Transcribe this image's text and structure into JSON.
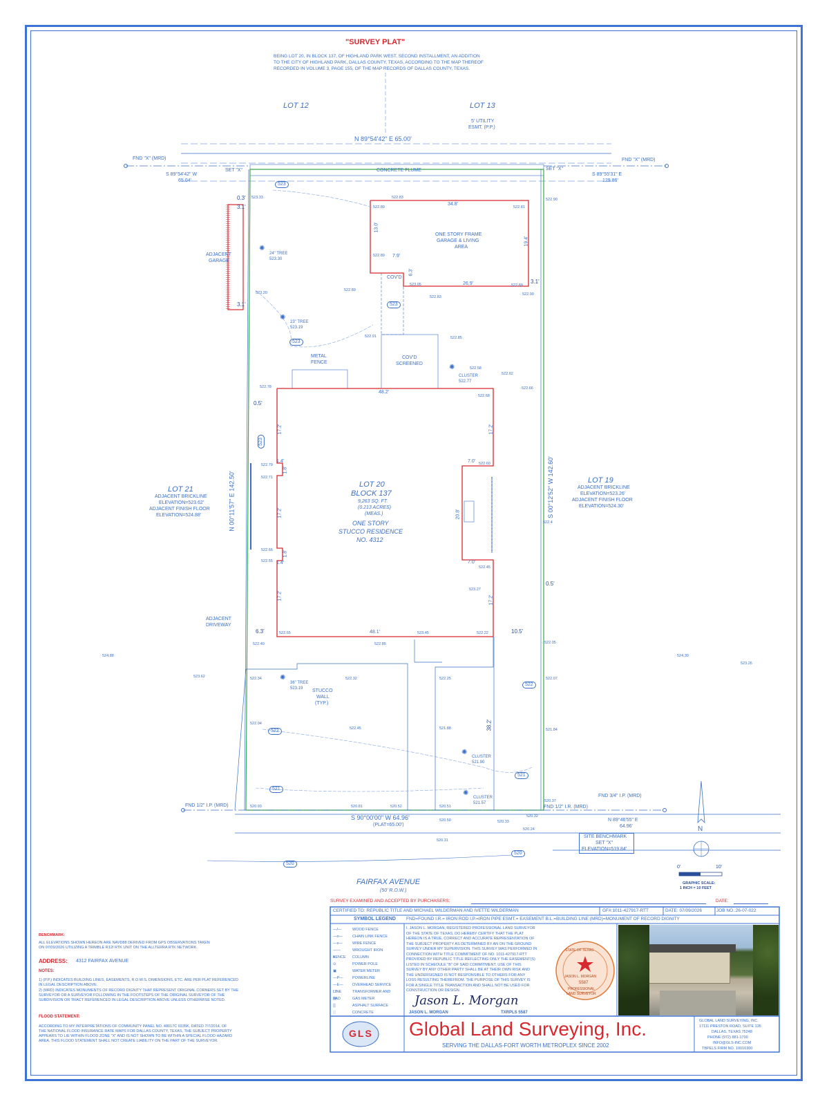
{
  "title": "\"SURVEY PLAT\"",
  "description": [
    "BEING LOT 20, IN BLOCK 137, OF HIGHLAND PARK WEST, SECOND INSTALLMENT, AN ADDITION",
    "TO THE CITY OF HIGHLAND PARK, DALLAS COUNTY, TEXAS, ACCORDING TO THE MAP THEREOF",
    "RECORDED IN VOLUME 3, PAGE 155, OF THE MAP RECORDS OF DALLAS COUNTY, TEXAS."
  ],
  "lots": {
    "lot12": "LOT 12",
    "lot13": "LOT 13",
    "lot21": "LOT 21",
    "lot19": "LOT 19"
  },
  "lot21_notes": [
    "ADJACENT BRICKLINE",
    "ELEVATION=523.62'",
    "ADJACENT FINISH FLOOR",
    "ELEVATION=524.88'"
  ],
  "lot19_notes": [
    "ADJACENT BRICKLINE",
    "ELEVATION=523.26'",
    "ADJACENT FINISH FLOOR",
    "ELEVATION=524.30'"
  ],
  "bearings": {
    "north": "N 89°54'42\" E 65.00'",
    "west": "N 00°11'57\" E 142.50'",
    "east": "S 00°12'52\" W 142.60'",
    "south": "S 90°00'00\" W 64.96'",
    "south_plat": "(PLAT=65.00')",
    "nw_tie": "S 89°54'42\" W",
    "nw_tie_dist": "65.04'",
    "ne_tie": "S 89°55'31\" E",
    "ne_tie_dist": "129.86'",
    "se_tie": "N 89°46'55\" E",
    "se_tie_dist": "64.96'"
  },
  "monuments": {
    "fnd_x_w": "FND \"X\" (MRD)",
    "fnd_x_e": "FND \"X\" (MRD)",
    "set_x_w": "SET \"X\"",
    "set_x_e": "SET \"X\"",
    "fnd_ip_sw": "FND 1/2\" I.P. (MRD)",
    "fnd_ip_se": "FND 3/4\" I.P. (MRD)",
    "fnd_ir_se": "FND 1/2\" I.R. (MRD)"
  },
  "easement": [
    "5' UTILITY",
    "ESMT. (P.P.)"
  ],
  "flume": "CONCRETE FLUME",
  "garage": [
    "ONE STORY FRAME",
    "GARAGE & LIVING",
    "AREA"
  ],
  "adjacent_garage": [
    "ADJACENT",
    "GARAGE"
  ],
  "covd": "COV'D",
  "covd_screened": [
    "COV'D",
    "SCREENED"
  ],
  "metal_fence": [
    "METAL",
    "FENCE"
  ],
  "lot20": [
    "LOT 20",
    "BLOCK 137",
    "9,263 SQ. FT.",
    "(0.213 ACRES)",
    "(MEAS.)",
    "ONE STORY",
    "STUCCO RESIDENCE",
    "NO. 4312"
  ],
  "stucco_wall": [
    "STUCCO",
    "WALL",
    "(TYP.)"
  ],
  "adjacent_driveway": [
    "ADJACENT",
    "DRIVEWAY"
  ],
  "trees": {
    "t24": "24\" TREE",
    "t24e": "523.30",
    "t23": "23\" TREE",
    "t23e": "523.19",
    "t36": "36\" TREE",
    "t36e": "523.19",
    "c1": "CLUSTER",
    "c1e": "522.77",
    "c2": "CLUSTER",
    "c2e": "521.90",
    "c3": "CLUSTER",
    "c3e": "521.57"
  },
  "dims": {
    "d348": "34.8'",
    "d130": "13.0'",
    "d194": "19.4'",
    "d79": "7.9'",
    "d63": "6.3'",
    "d269": "26.9'",
    "d31a": "3.1'",
    "d31b": "3.1'",
    "d31c": "3.1'",
    "d03": "0.3'",
    "d05a": "0.5'",
    "d05b": "0.5'",
    "d482": "48.2'",
    "d481": "48.1'",
    "d172a": "17.2'",
    "d172b": "17.2'",
    "d172c": "17.2'",
    "d172d": "17.2'",
    "d172e": "17.2'",
    "d70a": "7.0'",
    "d70b": "7.0'",
    "d208": "20.8'",
    "d14a": "1.4'",
    "d14b": "1.4'",
    "d18a": "1.8'",
    "d18b": "1.8'",
    "d63b": "6.3'",
    "d105": "10.5'",
    "d382": "38.2'"
  },
  "contours": [
    "523",
    "523",
    "523",
    "523",
    "522",
    "522",
    "521",
    "521",
    "520",
    "520"
  ],
  "street": "FAIRFAX AVENUE",
  "row": "(50' R.O.W.)",
  "benchmark": [
    "SITE BENCHMARK",
    "SET \"X\"",
    "ELEVATION=519.84'"
  ],
  "scale": {
    "zero": "0'",
    "ten": "10'",
    "caption1": "GRAPHIC SCALE:",
    "caption2": "1 INCH = 10 FEET"
  },
  "north": "N",
  "survey_examined": "SURVEY EXAMINED AND ACCEPTED BY PURCHASERS:",
  "date_label": "DATE:",
  "certified": "CERTIFIED TO: REPUBLIC TITLE AND MICHAEL WILDERMAN AND IVETTE WILDERMAN",
  "gf": "GF#:1011-427917-RTT",
  "date": "DATE: 07/09/2026",
  "job": "JOB NO.:26-07-022",
  "legend_title": "SYMBOL LEGEND",
  "abbrev": "FND=FOUND  I.R.= IRON ROD  I.P.=IRON PIPE  ESMT.= EASEMENT B.L.=BUILDING LINE (MRD)=MONUMENT OF RECORD DIGNITY",
  "legend": [
    "WOOD FENCE",
    "CHAIN LINK FENCE",
    "WIRE FENCE",
    "WROUGHT IRON FENCE",
    "COLUMN",
    "POWER POLE",
    "WATER METER",
    "POWERLINE",
    "OVERHEAD SERVICE LINE",
    "TRANSFORMER AND PAD",
    "GAS METER",
    "ASPHALT SURFACE",
    "CONCRETE"
  ],
  "cert_text": [
    "I, JASON L. MORGAN, REGISTERED PROFESSIONAL LAND SURVEYOR",
    "OF THE STATE OF TEXAS, DO HEREBY CERTIFY THAT THE PLAT",
    "HEREON IS A TRUE, CORRECT AND ACCURATE REPRESENTATION OF",
    "THE SUBJECT PROPERTY AS DETERMINED BY AN ON THE GROUND",
    "SURVEY UNDER MY SUPERVISION. THIS SURVEY WAS PERFORMED IN",
    "CONNECTION WITH TITLE COMMITMENT OF NO. 1011-427917-RTT",
    "PROVIDED BY REPUBLIC TITLE REFLECTING ONLY THE EASEMENT(S)",
    "LISTED IN SCHEDULE \"B\" OF SAID COMMITMENT. USE OF THIS",
    "SURVEY BY ANY OTHER PARTY SHALL BE AT THEIR OWN RISK AND",
    "THE UNDERSIGNED IS NOT RESPONSIBLE TO OTHERS FOR ANY",
    "LOSS RESULTING THEREFROM. THE PURPOSE OF THIS SURVEY IS",
    "FOR A SINGLE TITLE TRANSACTION AND SHALL NOT BE USED FOR",
    "CONSTRUCTION OR DESIGN."
  ],
  "signer": "JASON L. MORGAN",
  "txrpls": "TXRPLS 5587",
  "signature": "Jason L. Morgan",
  "seal": [
    "STATE OF TEXAS",
    "JASON L. MORGAN",
    "5587",
    "PROFESSIONAL",
    "LAND SURVEYOR"
  ],
  "company_logo": "GLS",
  "company": "Global Land Surveying, Inc.",
  "tagline": "SERVING THE DALLAS-FORT WORTH METROPLEX SINCE 2002",
  "company_info": [
    "GLOBAL LAND SURVEYING, INC.",
    "17111 PRESTON ROAD, SUITE 135",
    "DALLAS, TEXAS 75248",
    "PHONE (972) 881-1700",
    "INFO@GLS-INC.COM",
    "TBPELS FIRM NO. 10016300"
  ],
  "benchmark_note_title": "BENCHMARK:",
  "benchmark_note": [
    "ALL ELEVATIONS SHOWN HEREON ARE NAVD88 DERIVED FROM GPS OBSERVATIONS TAKEN",
    "ON 07/09/2026 UTILIZING A TRIMBLE R12I RTK UNIT ON THE ALLTERRA RTK NETWORK."
  ],
  "address_label": "ADDRESS:",
  "address": "4312 FAIRFAX AVENUE",
  "notes_title": "NOTES:",
  "notes": [
    "1) (P.P.) INDICATES BUILDING LINES, EASEMENTS, R.O.W.S, DIMENSIONS, ETC. ARE PER PLAT REFERENCED",
    "IN LEGAL DESCRIPTION ABOVE.",
    "2) (MRD) INDICATES MONUMENTS OF RECORD DIGNITY THAT REPRESENT ORIGINAL CORNERS SET BY THE",
    "SURVEYOR OR A SURVEYOR FOLLOWING IN THE FOOTSTEPS OF THE ORIGINAL SURVEYOR OF THE",
    "SUBDIVISION OR TRACT REFERENCED IN LEGAL DESCRIPTION ABOVE UNLESS OTHERWISE NOTED."
  ],
  "flood_title": "FLOOD STATEMENT:",
  "flood": [
    "ACCORDING TO MY INTERPRETATIONS OF COMMUNITY PANEL NO. 48017C 0335K, DATED 7/7/2014, OF",
    "THE NATIONAL FLOOD INSURANCE RATE MAPS FOR DALLAS COUNTY, TEXAS, THE SUBJECT PROPERTY",
    "APPEARS TO LIE WITHIN FLOOD ZONE \"X\" AND IS NOT SHOWN TO BE WITHIN A SPECIAL FLOOD HAZARD",
    "AREA. THIS FLOOD STATEMENT SHALL NOT CREATE LIABILITY ON THE PART OF THE SURVEYOR."
  ],
  "elev": {
    "e1": "523.33",
    "e2": "522.80",
    "e3": "522.83",
    "e4": "522.81",
    "e5": "522.90",
    "e6": "522.89",
    "e7": "523.05",
    "e8": "522.89",
    "e9": "522.90",
    "e10": "523.20",
    "e11": "522.89",
    "e12": "522.83",
    "e13": "522.91",
    "e14": "522.85",
    "e15": "522.58",
    "e16": "522.62",
    "e17": "522.66",
    "e18": "522.78",
    "e19": "522.68",
    "e20": "522.79",
    "e21": "522.71",
    "e22": "522.60",
    "e23": "522.66",
    "e24": "522.55",
    "e25": "522.45",
    "e26": "523.27",
    "e27": "522.65",
    "e28": "523.45",
    "e29": "522.22",
    "e30": "522.40",
    "e31": "522.85",
    "e32": "522.05",
    "e33": "524.88",
    "e34": "524.30",
    "e35": "523.26",
    "e36": "523.62",
    "e37": "522.34",
    "e38": "522.32",
    "e39": "522.25",
    "e40": "522.07",
    "e41": "522.04",
    "e42": "522.45",
    "e43": "521.88",
    "e44": "521.84",
    "e45": "520.93",
    "e46": "520.81",
    "e47": "520.52",
    "e48": "520.51",
    "e49": "520.37",
    "e50": "520.50",
    "e51": "520.33",
    "e52": "520.32",
    "e53": "520.24",
    "e54": "520.31",
    "e55": "522.4"
  }
}
